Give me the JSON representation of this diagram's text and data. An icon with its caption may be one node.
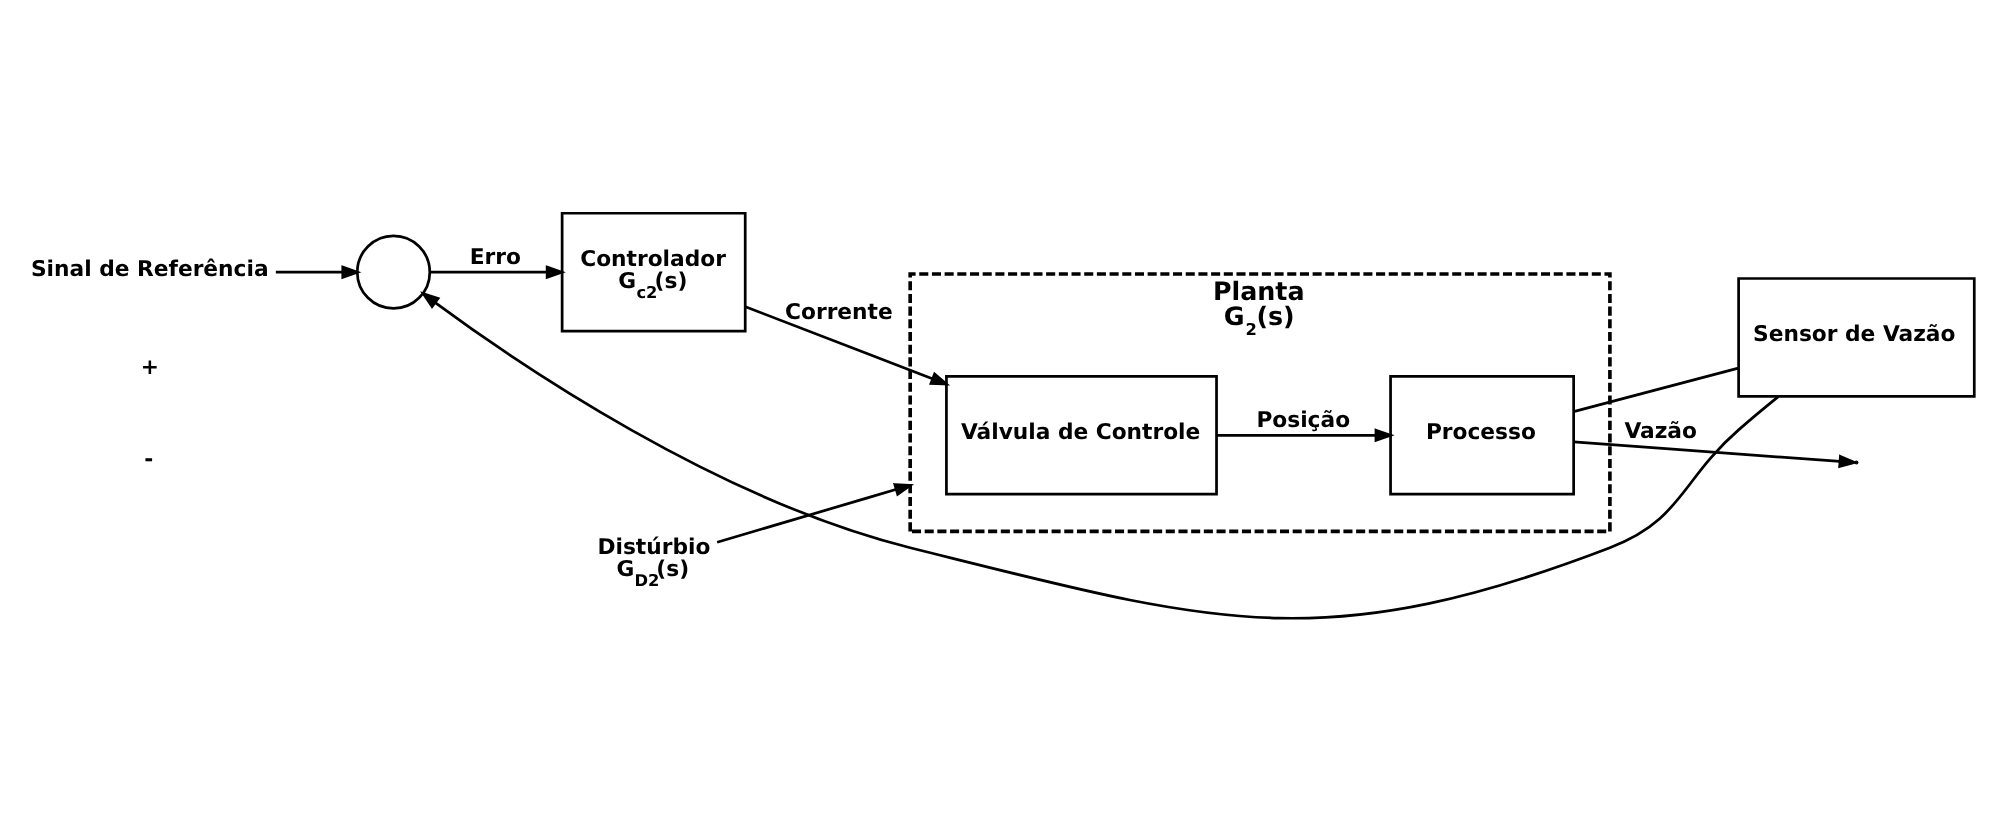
{
  "diagram": {
    "nodes": [
      {
        "text": [
          "Sinal de Referência"
        ]
      },
      {
        "text": [],
        "shape": "circle"
      },
      {
        "text": [
          "Controlador",
          "G$_{c2}$(s)"
        ]
      },
      {
        "text": [
          "Planta",
          "G$_{2}$(s)"
        ]
      },
      {
        "text": [
          "Válvula de Controle"
        ],
        "in": 3
      },
      {
        "text": [
          "Processo"
        ],
        "in": 3
      },
      {
        "text": [
          "Distúrbio",
          "G$_{D2}$(s)"
        ]
      },
      {
        "text": [
          "Sensor de Vazão"
        ]
      }
    ],
    "edges": [
      {
        "from": 0,
        "to": 1,
        "arrow": "to"
      },
      {
        "from": 1,
        "to": 2,
        "arrow": "to",
        "label": "Erro"
      },
      {
        "from": 2,
        "to": 4,
        "arrow": "to",
        "label": "Corrente"
      },
      {
        "from": 4,
        "to": 5,
        "arrow": "to",
        "label": "Posição"
      },
      {
        "from": 5,
        "to": null,
        "arrow": "to",
        "label": "Vazão"
      },
      {
        "from": 6,
        "to": 3,
        "arrow": "to"
      },
      {
        "from": 5,
        "to": 7,
        "arrow": "none"
      },
      {
        "from": 7,
        "to": 1,
        "arrow": "to"
      }
    ],
    "labels": [
      "+",
      "-"
    ]
  }
}
